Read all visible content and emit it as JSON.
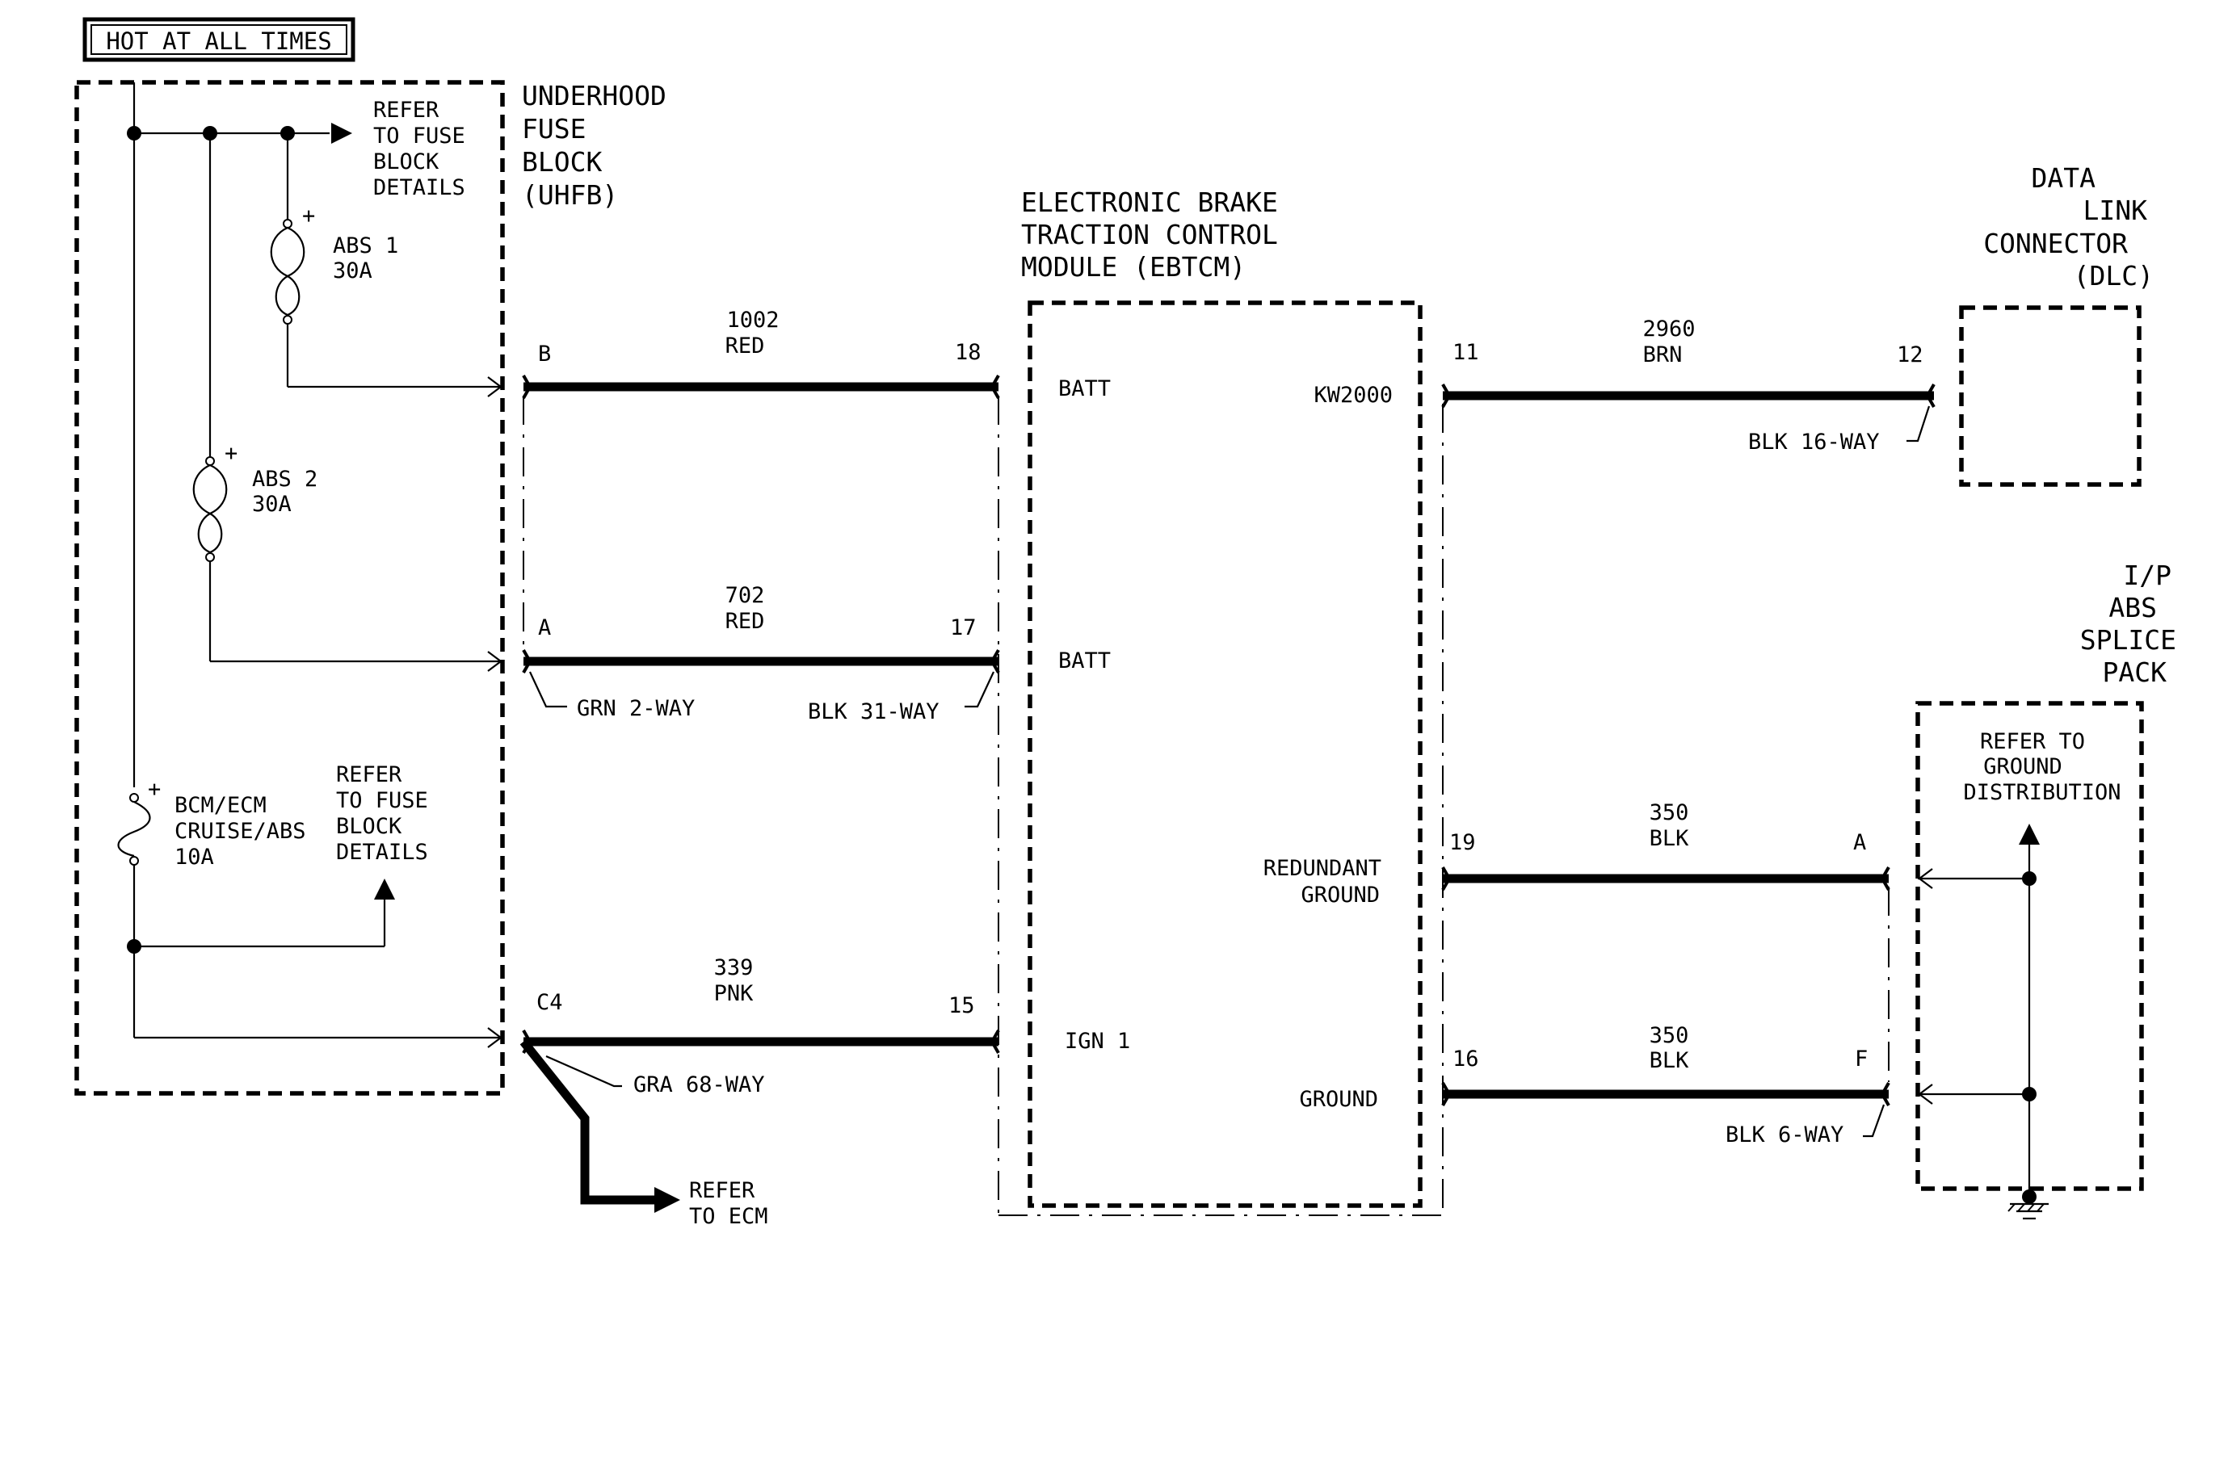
{
  "hot_label": "HOT AT ALL TIMES",
  "uhfb": {
    "title_lines": [
      "UNDERHOOD",
      "FUSE",
      "BLOCK",
      "(UHFB)"
    ],
    "refer_top_lines": [
      "REFER",
      "TO FUSE",
      "BLOCK",
      "DETAILS"
    ],
    "refer_mid_lines": [
      "REFER",
      "TO FUSE",
      "BLOCK",
      "DETAILS"
    ],
    "fuses": [
      {
        "lines": [
          "ABS 1",
          "30A"
        ],
        "plus": "+"
      },
      {
        "lines": [
          "ABS 2",
          "30A"
        ],
        "plus": "+"
      },
      {
        "lines": [
          "BCM/ECM",
          "CRUISE/ABS",
          "10A"
        ],
        "plus": "+"
      }
    ]
  },
  "circuits": [
    {
      "number": "1002",
      "color": "RED",
      "from_pin": "B",
      "to_pin": "18",
      "module_pin_name": "BATT"
    },
    {
      "number": "702",
      "color": "RED",
      "from_pin": "A",
      "to_pin": "17",
      "module_pin_name": "BATT"
    },
    {
      "number": "339",
      "color": "PNK",
      "from_pin": "C4",
      "to_pin": "15",
      "module_pin_name": "IGN 1"
    },
    {
      "number": "2960",
      "color": "BRN",
      "from_pin": "11",
      "to_pin": "12",
      "module_pin_name": "KW2000"
    },
    {
      "number": "350",
      "color": "BLK",
      "from_pin": "19",
      "to_pin": "A",
      "module_pin_name_lines": [
        "REDUNDANT",
        "GROUND"
      ]
    },
    {
      "number": "350",
      "color": "BLK",
      "from_pin": "16",
      "to_pin": "F",
      "module_pin_name": "GROUND"
    }
  ],
  "connectors": {
    "grn": "GRN 2-WAY",
    "blk31": "BLK 31-WAY",
    "gra68": "GRA 68-WAY",
    "blk16": "BLK 16-WAY",
    "blk6": "BLK 6-WAY"
  },
  "refer_ecm_lines": [
    "REFER",
    "TO ECM"
  ],
  "ebtcm_title_lines": [
    "ELECTRONIC BRAKE",
    "TRACTION CONTROL",
    "MODULE (EBTCM)"
  ],
  "dlc_title_lines": [
    "DATA",
    "LINK",
    "CONNECTOR",
    "(DLC)"
  ],
  "splice_title_lines": [
    "I/P",
    "ABS",
    "SPLICE",
    "PACK"
  ],
  "splice_refer_lines": [
    "REFER TO",
    "GROUND",
    "DISTRIBUTION"
  ]
}
